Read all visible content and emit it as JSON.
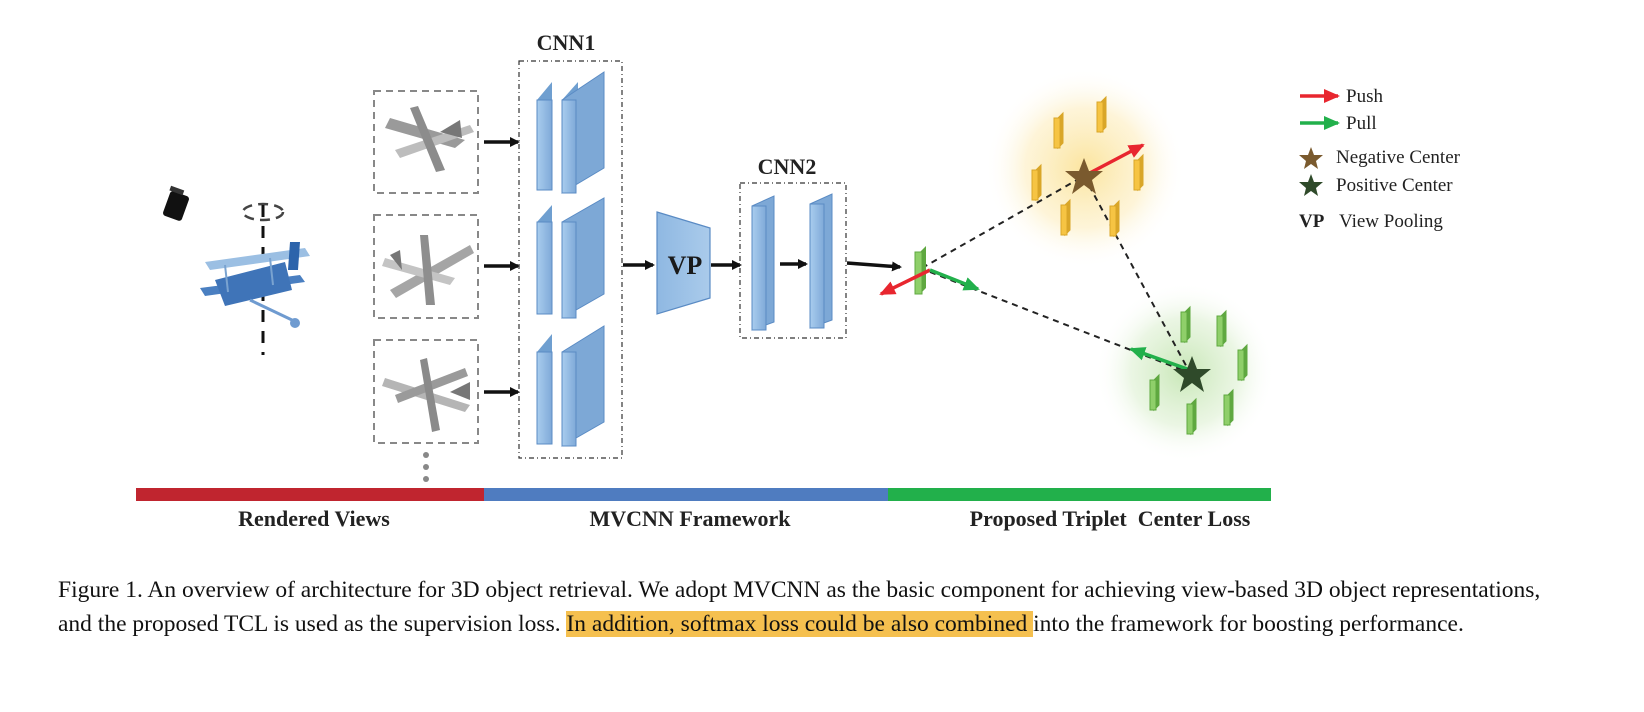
{
  "diagram": {
    "cnn1_label": "CNN1",
    "cnn2_label": "CNN2",
    "vp_label": "VP",
    "sections": [
      {
        "label": "Rendered Views",
        "color": "#c0252f"
      },
      {
        "label": "MVCNN Framework",
        "color": "#4f7cc0"
      },
      {
        "label": "Proposed Triplet  Center Loss",
        "color": "#22b04b"
      }
    ],
    "legend": {
      "push": {
        "label": "Push",
        "color": "#e8262f"
      },
      "pull": {
        "label": "Pull",
        "color": "#22b04b"
      },
      "negative_center": {
        "label": "Negative Center",
        "color": "#7a5a2e"
      },
      "positive_center": {
        "label": "Positive Center",
        "color": "#2f4a2a"
      },
      "vp": {
        "key": "VP",
        "label": "View Pooling"
      }
    },
    "colors": {
      "cnn_block": "#9dc3e6",
      "cnn_block_dark": "#6f9fd0",
      "yellow_feature": "#f6c443",
      "green_feature": "#8fcf6a"
    }
  },
  "caption": {
    "part1": "Figure 1.   An overview of architecture for 3D object retrieval.  We adopt MVCNN as the basic component for achieving view-based 3D object representations, and the proposed TCL is used as the supervision loss. ",
    "highlight": "In addition, softmax loss could be also combined ",
    "part2": "into the framework for boosting performance."
  }
}
